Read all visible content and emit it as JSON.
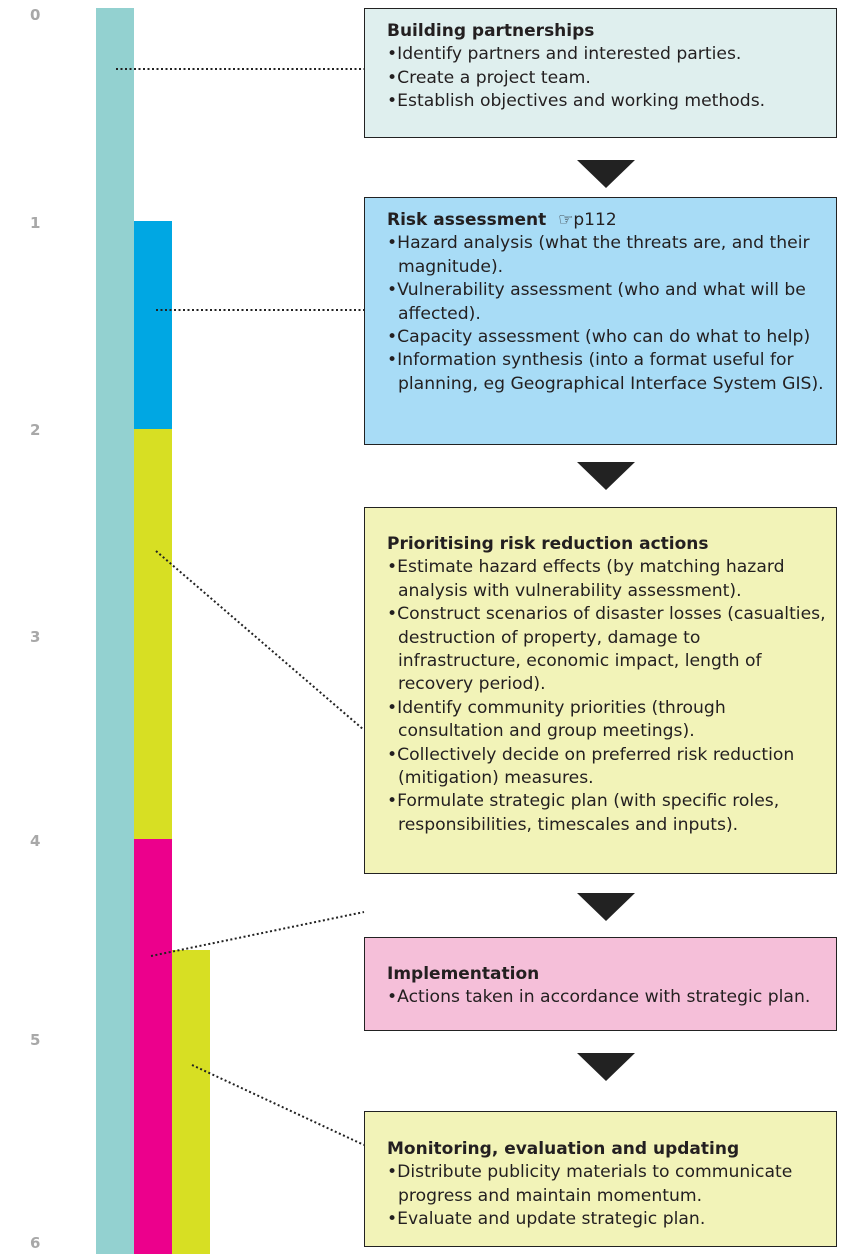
{
  "colors": {
    "teal": "#93d1d0",
    "blue": "#00a7e3",
    "lime": "#d7df23",
    "magenta": "#ec008c",
    "box_teal": "#dfefee",
    "box_blue": "#a8dcf6",
    "box_yellow": "#f2f3b8",
    "box_pink": "#f5bfd9",
    "tick_grey": "#a8a8a8"
  },
  "axis_ticks": [
    "0",
    "1",
    "2",
    "3",
    "4",
    "5",
    "6"
  ],
  "steps": [
    {
      "title": "Building partnerships",
      "items": [
        "Identify partners and interested parties.",
        "Create a project team.",
        "Establish objectives and working methods."
      ]
    },
    {
      "title": "Risk assessment",
      "ref_icon": "pointing-hand-icon",
      "ref_symbol": "☞",
      "ref_text": "p112",
      "items": [
        "Hazard analysis (what the threats are, and their magnitude).",
        "Vulnerability assessment (who and what will be affected).",
        "Capacity assessment (who can do what to help)",
        "Information synthesis (into a format useful for planning, eg Geographical Interface System GIS)."
      ]
    },
    {
      "title": "Prioritising risk reduction actions",
      "items": [
        "Estimate hazard effects (by matching hazard analysis with vulnerability assessment).",
        "Construct scenarios of disaster losses (casualties, destruction of property, damage to infrastructure, economic impact, length of recovery period).",
        "Identify community priorities (through consultation and group meetings).",
        "Collectively decide on preferred risk reduction (mitigation) measures.",
        "Formulate strategic plan (with specific roles, responsibilities, timescales and inputs)."
      ]
    },
    {
      "title": "Implementation",
      "items": [
        "Actions taken in accordance with strategic plan."
      ]
    },
    {
      "title": "Monitoring, evaluation and updating",
      "items": [
        "Distribute publicity materials to communicate progress and maintain momentum.",
        "Evaluate and update strategic plan."
      ]
    }
  ]
}
